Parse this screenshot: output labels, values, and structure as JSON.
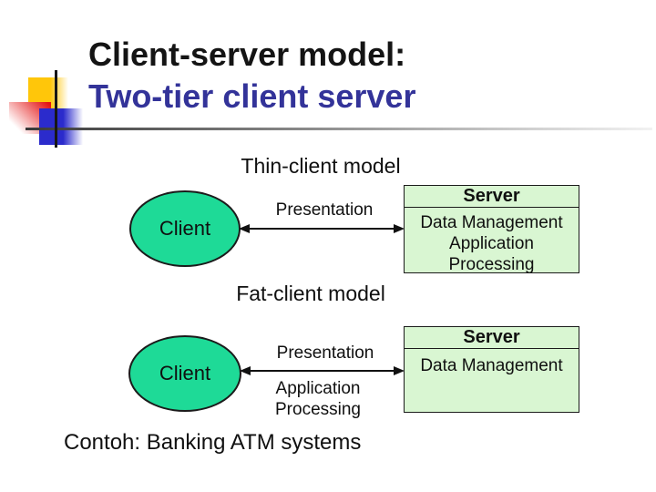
{
  "title": {
    "line1": "Client-server model:",
    "line2": "Two-tier client server"
  },
  "diagrams": {
    "thin": {
      "heading": "Thin-client model",
      "client": "Client",
      "link_label": "Presentation",
      "server": {
        "title": "Server",
        "row1": "Data Management",
        "row2": "Application Processing"
      }
    },
    "fat": {
      "heading": "Fat-client model",
      "client": "Client",
      "link_label_top": "Presentation",
      "link_label_bottom_line1": "Application",
      "link_label_bottom_line2": "Processing",
      "server": {
        "title": "Server",
        "row1": "Data Management"
      }
    }
  },
  "footer": "Contoh: Banking ATM systems",
  "colors": {
    "title_accent": "#333399",
    "client_fill": "#1eda97",
    "server_fill": "#d9f6d2",
    "arrow_color": "#111111"
  }
}
